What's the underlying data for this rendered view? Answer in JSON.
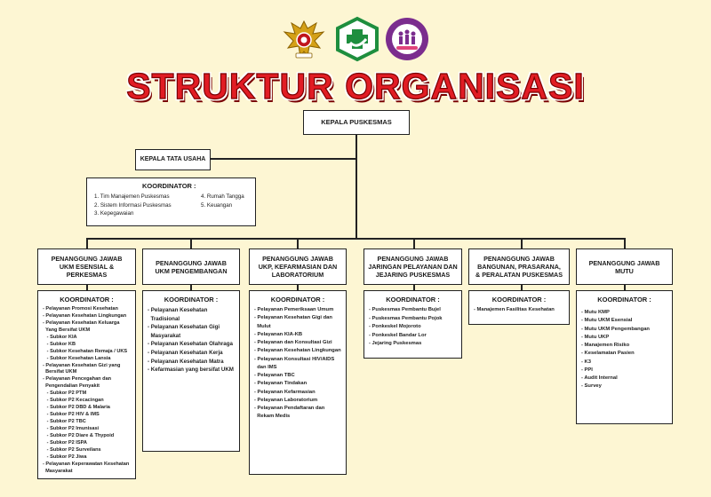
{
  "title": "STRUKTUR ORGANISASI",
  "colors": {
    "title_fill": "#e11c24",
    "title_outline": "#7a0000",
    "background": "#fdf6d3"
  },
  "logos": [
    {
      "icon": "garuda-emblem-icon"
    },
    {
      "icon": "green-cross-puskesmas-icon"
    },
    {
      "icon": "circle-puskesmas-seal-icon"
    }
  ],
  "head": {
    "label": "KEPALA PUSKESMAS"
  },
  "admin": {
    "label": "KEPALA TATA USAHA",
    "coordinator_title": "KOORDINATOR :",
    "col1": [
      "1. Tim Manajemen Puskesmas",
      "2. Sistem Informasi Puskesmas",
      "3. Kepegawaian"
    ],
    "col2": [
      "4. Rumah Tangga",
      "5. Keuangan"
    ]
  },
  "units": [
    {
      "header": [
        "PENANGGUNG JAWAB",
        "UKM ESENSIAL & PERKESMAS"
      ],
      "coordinator_title": "KOORDINATOR :",
      "items": [
        "- Pelayanan Promosi Kesehatan",
        "- Pelayanan Kesehatan Lingkungan",
        "- Pelayanan Kesehatan Keluarga",
        "  Yang Bersifat UKM",
        "   - Subkor KIA",
        "   - Subkor KB",
        "   - Subkor Kesehatan Remaja / UKS",
        "   - Subkor Kesehatan Lansia",
        "- Pelayanan Kesehatan Gizi yang",
        "  Bersifat UKM",
        "- Pelayanan Pencegahan dan",
        "  Pengendalian Penyakit",
        "   - Subkor P2 PTM",
        "   - Subkor P2 Kecacingan",
        "   - Subkor P2 DBD & Malaria",
        "   - Subkor P2 HIV & IMS",
        "   - Subkor P2 TBC",
        "   - Subkor P2 Imunisasi",
        "   - Subkor P2 Diare & Thypoid",
        "   - Subkor P2 ISPA",
        "   - Subkor P2 Surveilans",
        "   - Subkor P2 Jiwa",
        "- Pelayanan Keperawatan Kesehatan",
        "  Masyarakat"
      ]
    },
    {
      "header": [
        "PENANGGUNG JAWAB",
        "UKM PENGEMBANGAN"
      ],
      "coordinator_title": "KOORDINATOR :",
      "items": [
        "- Pelayanan Kesehatan",
        "  Tradisional",
        "- Pelayanan Kesehatan Gigi",
        "  Masyarakat",
        "- Pelayanan Kesehatan Olahraga",
        "- Pelayanan Kesehatan Kerja",
        "- Pelayanan Kesehatan Matra",
        "- Kefarmasian yang bersifat UKM"
      ]
    },
    {
      "header": [
        "PENANGGUNG JAWAB",
        "UKP, KEFARMASIAN DAN",
        "LABORATORIUM"
      ],
      "coordinator_title": "KOORDINATOR :",
      "items": [
        "- Pelayanan Pemeriksaan Umum",
        "- Pelayanan Kesehatan Gigi dan",
        "  Mulut",
        "- Pelayanan KIA-KB",
        "- Pelayanan dan Konsultasi Gizi",
        "- Pelayanan Kesehatan Lingkungan",
        "- Pelayanan Konsultasi HIV/AIDS",
        "  dan IMS",
        "- Pelayanan TBC",
        "- Pelayanan Tindakan",
        "- Pelayanan Kefarmasian",
        "- Pelayanan Laboratorium",
        "- Pelayanan Pendaftaran dan",
        "  Rekam Medis"
      ]
    },
    {
      "header": [
        "PENANGGUNG JAWAB",
        "JARINGAN PELAYANAN DAN",
        "JEJARING PUSKESMAS"
      ],
      "coordinator_title": "KOORDINATOR :",
      "items": [
        "- Puskesmas Pembantu Bujel",
        "- Puskesmas Pembantu Pojok",
        "- Ponkeskel Mojoroto",
        "- Ponkeskel Bandar Lor",
        "- Jejaring Puskesmas"
      ]
    },
    {
      "header": [
        "PENANGGUNG JAWAB",
        "BANGUNAN, PRASARANA,",
        "& PERALATAN PUSKESMAS"
      ],
      "coordinator_title": "KOORDINATOR :",
      "items": [
        "- Manajemen Fasilitas Kesehatan"
      ]
    },
    {
      "header": [
        "PENANGGUNG JAWAB",
        "MUTU"
      ],
      "coordinator_title": "KOORDINATOR :",
      "items": [
        "- Mutu KMP",
        "- Mutu UKM Esensial",
        "- Mutu UKM Pengembangan",
        "- Mutu UKP",
        "- Manajemen Risiko",
        "- Keselamatan Pasien",
        "- K3",
        "- PPI",
        "- Audit Internal",
        "- Survey"
      ]
    }
  ]
}
